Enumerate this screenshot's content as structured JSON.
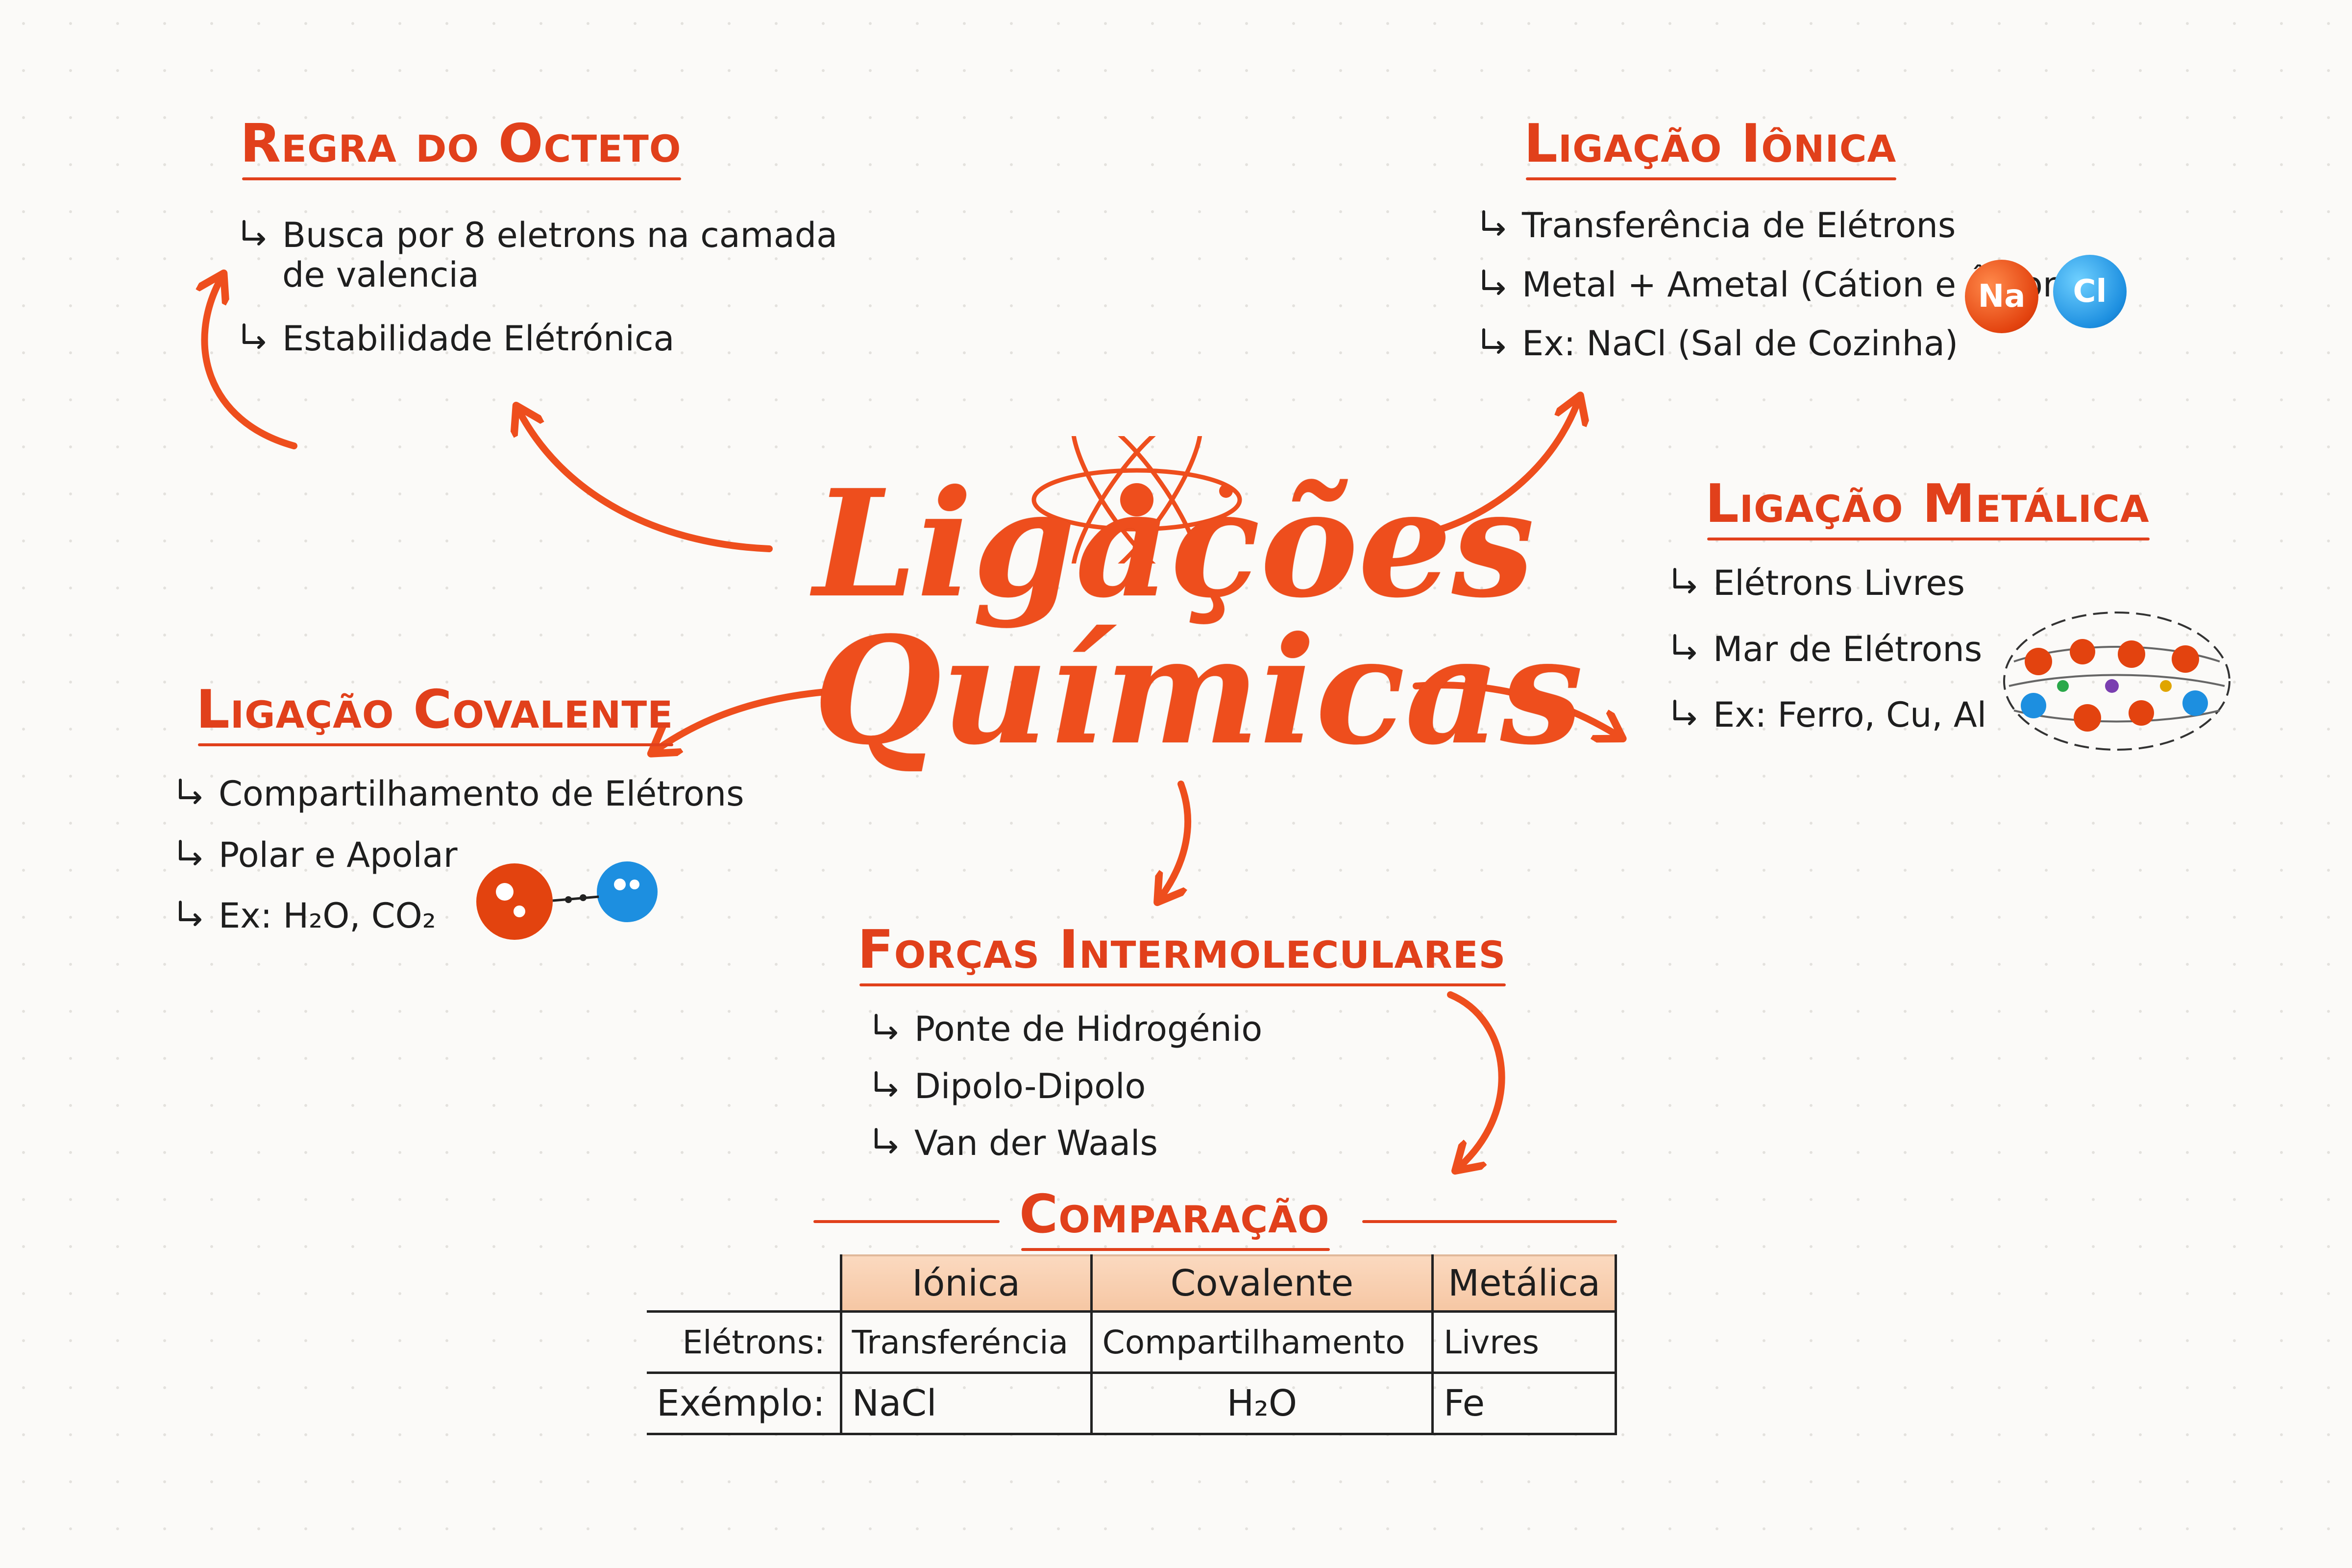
{
  "title": {
    "line1": "Ligações",
    "line2": "Químicas"
  },
  "colors": {
    "accent": "#ee4e1d",
    "heading": "#e1401b",
    "text": "#1e1e1e",
    "table_header": "#f6c7a4",
    "atom_orange": "#e3430f",
    "atom_blue": "#1d8fe0"
  },
  "octeto": {
    "heading": "Regra do Octeto",
    "items": [
      "Busca por 8 eletrons na camada",
      "de valencia",
      "Estabilidade Elétrónica"
    ]
  },
  "ionica": {
    "heading": "Ligação Iônica",
    "items": [
      "Transferência de Elétrons",
      "Metal + Ametal (Cátion e Ânion)",
      "Ex: NaCl (Sal de Cozinha)"
    ],
    "na_label": "Na",
    "cl_label": "Cl"
  },
  "metalica": {
    "heading": "Ligação Metálica",
    "items": [
      "Elétrons Livres",
      "Mar de Elétrons",
      "Ex: Ferro, Cu, Al"
    ]
  },
  "covalente": {
    "heading": "Ligação Covalente",
    "items": [
      "Compartilhamento de Elétrons",
      "Polar e Apolar",
      "Ex: H₂O, CO₂"
    ]
  },
  "forcas": {
    "heading": "Forças Intermoleculares",
    "items": [
      "Ponte de Hidrogénio",
      "Dipolo-Dipolo",
      "Van der Waals"
    ]
  },
  "comparacao": {
    "heading": "Comparação",
    "columns": [
      "Iónica",
      "Covalente",
      "Metálica"
    ],
    "rows": [
      {
        "label": "Elétrons:",
        "cells": [
          "Transferéncia",
          "Compartilhamento",
          "Livres"
        ]
      },
      {
        "label": "Exémplo:",
        "cells": [
          "NaCl",
          "H₂O",
          "Fe"
        ]
      }
    ]
  },
  "icons": [
    "atom-icon",
    "hook-arrow-icon",
    "sodium-chloride-icon",
    "metal-lattice-icon",
    "covalent-molecule-icon"
  ]
}
